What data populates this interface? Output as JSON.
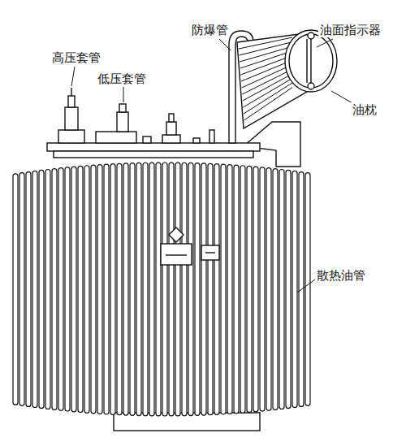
{
  "diagram": {
    "labels": [
      "高压套管",
      "低压套管",
      "防爆管",
      "油面指示器",
      "油枕",
      "散热油管"
    ]
  }
}
